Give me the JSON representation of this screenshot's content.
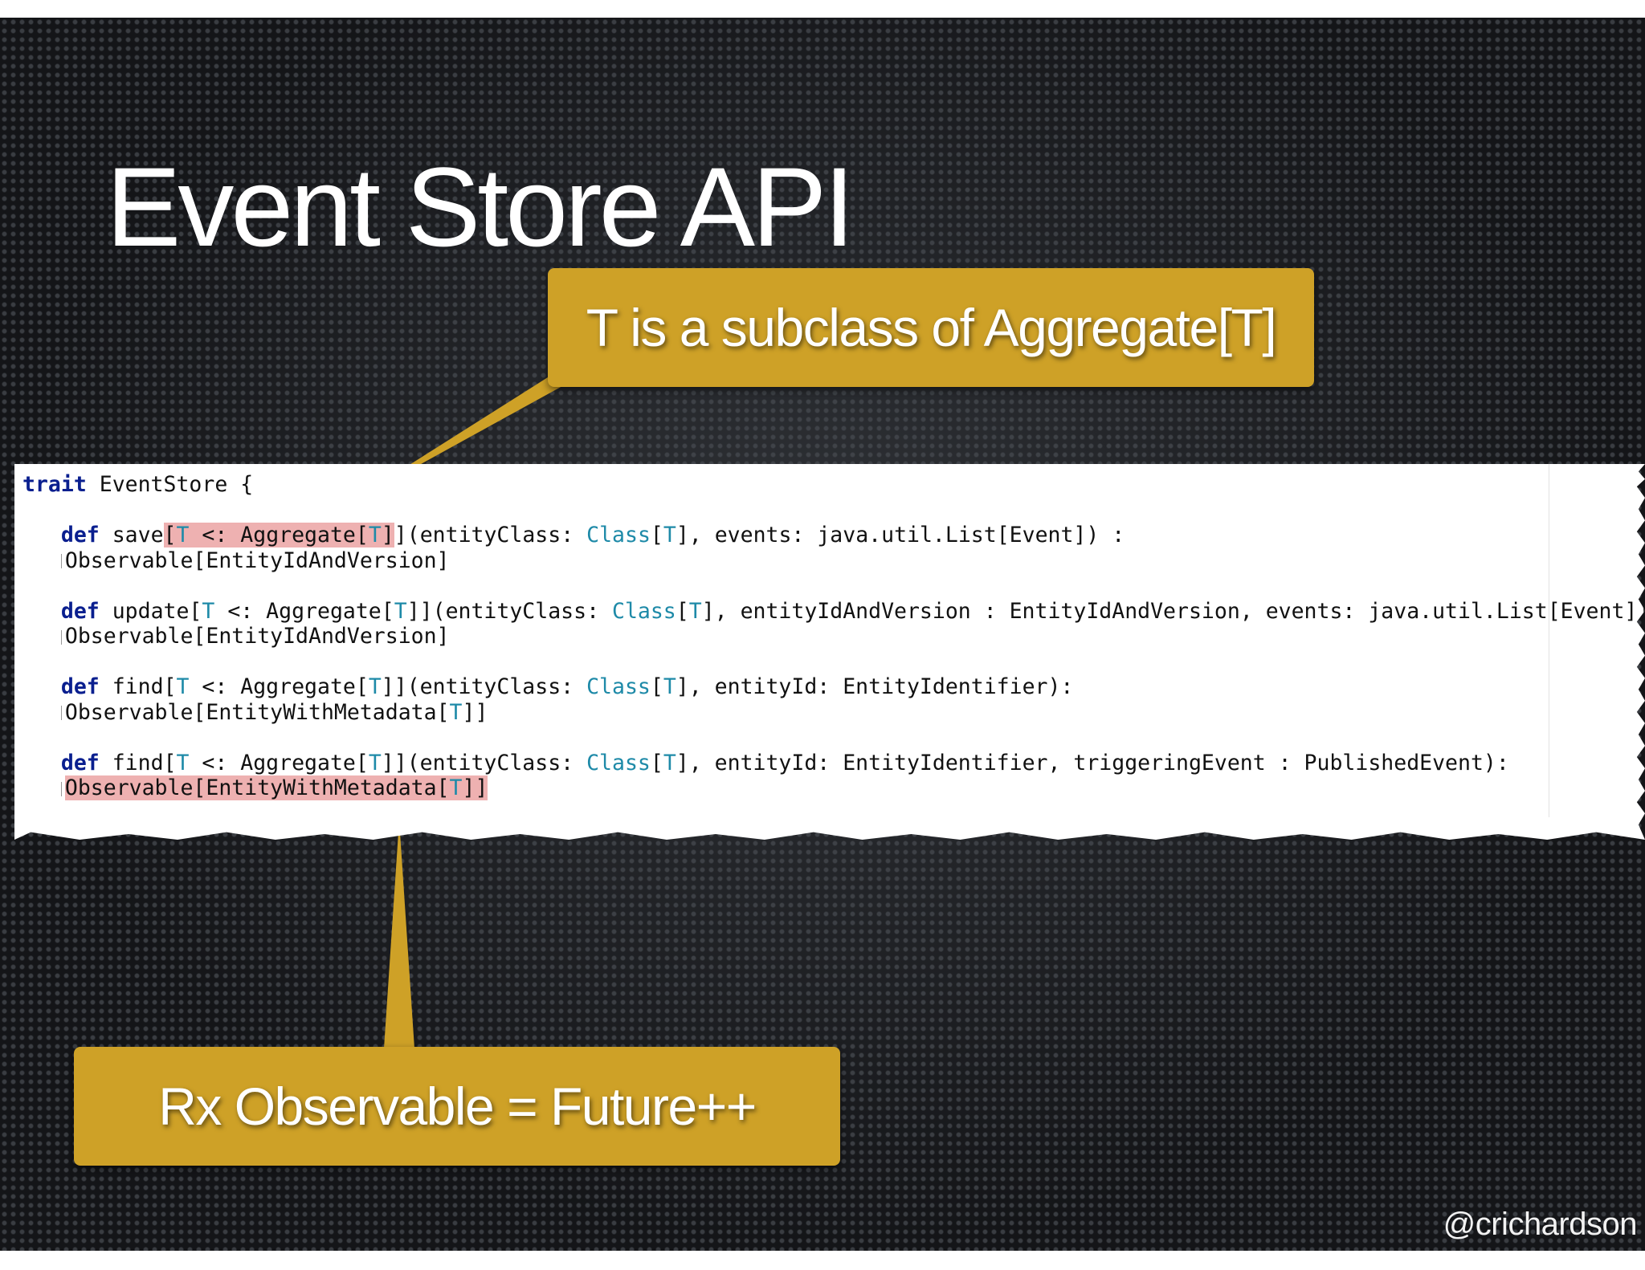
{
  "slide": {
    "title": "Event Store API",
    "handle": "@crichardson"
  },
  "callouts": {
    "top": "T is a subclass of Aggregate[T]",
    "bottom": "Rx Observable = Future++"
  },
  "colors": {
    "callout": "#cea127",
    "highlight": "#eeb1b1",
    "keyword": "#0a1f8f",
    "type_param": "#1e8aa8"
  },
  "code": {
    "trait_kw": "trait",
    "trait_name": " EventStore {",
    "def_kw": "def",
    "lines": {
      "save_name": " save",
      "save_bracket_open": "[",
      "save_T": "T",
      "save_bound": " <: Aggregate[",
      "save_T2": "T",
      "save_close": "]]",
      "save_params_a": "(entityClass: ",
      "save_class": "Class",
      "save_params_b": "[",
      "save_T3": "T",
      "save_params_c": "], events: java.util.List[Event]) :",
      "save_return": "Observable[EntityIdAndVersion]",
      "update_name": " update[",
      "update_T": "T",
      "update_bound": " <: Aggregate[",
      "update_T2": "T",
      "update_params_a": "]](entityClass: ",
      "update_class": "Class",
      "update_params_b": "[",
      "update_T3": "T",
      "update_params_c": "], entityIdAndVersion : EntityIdAndVersion, events: java.util.List[Event])",
      "update_return": "Observable[EntityIdAndVersion]",
      "find1_name": " find[",
      "find1_T": "T",
      "find1_bound": " <: Aggregate[",
      "find1_T2": "T",
      "find1_params_a": "]](entityClass: ",
      "find1_class": "Class",
      "find1_params_b": "[",
      "find1_T3": "T",
      "find1_params_c": "], entityId: EntityIdentifier):",
      "find1_return_a": "Observable[EntityWithMetadata[",
      "find1_return_T": "T",
      "find1_return_b": "]]",
      "find2_name": " find[",
      "find2_T": "T",
      "find2_bound": " <: Aggregate[",
      "find2_T2": "T",
      "find2_params_a": "]](entityClass: ",
      "find2_class": "Class",
      "find2_params_b": "[",
      "find2_T3": "T",
      "find2_params_c": "], entityId: EntityIdentifier, triggeringEvent : PublishedEvent):",
      "find2_return_a": "Observable[EntityWithMetadata[",
      "find2_return_T": "T",
      "find2_return_b": "]]"
    }
  }
}
